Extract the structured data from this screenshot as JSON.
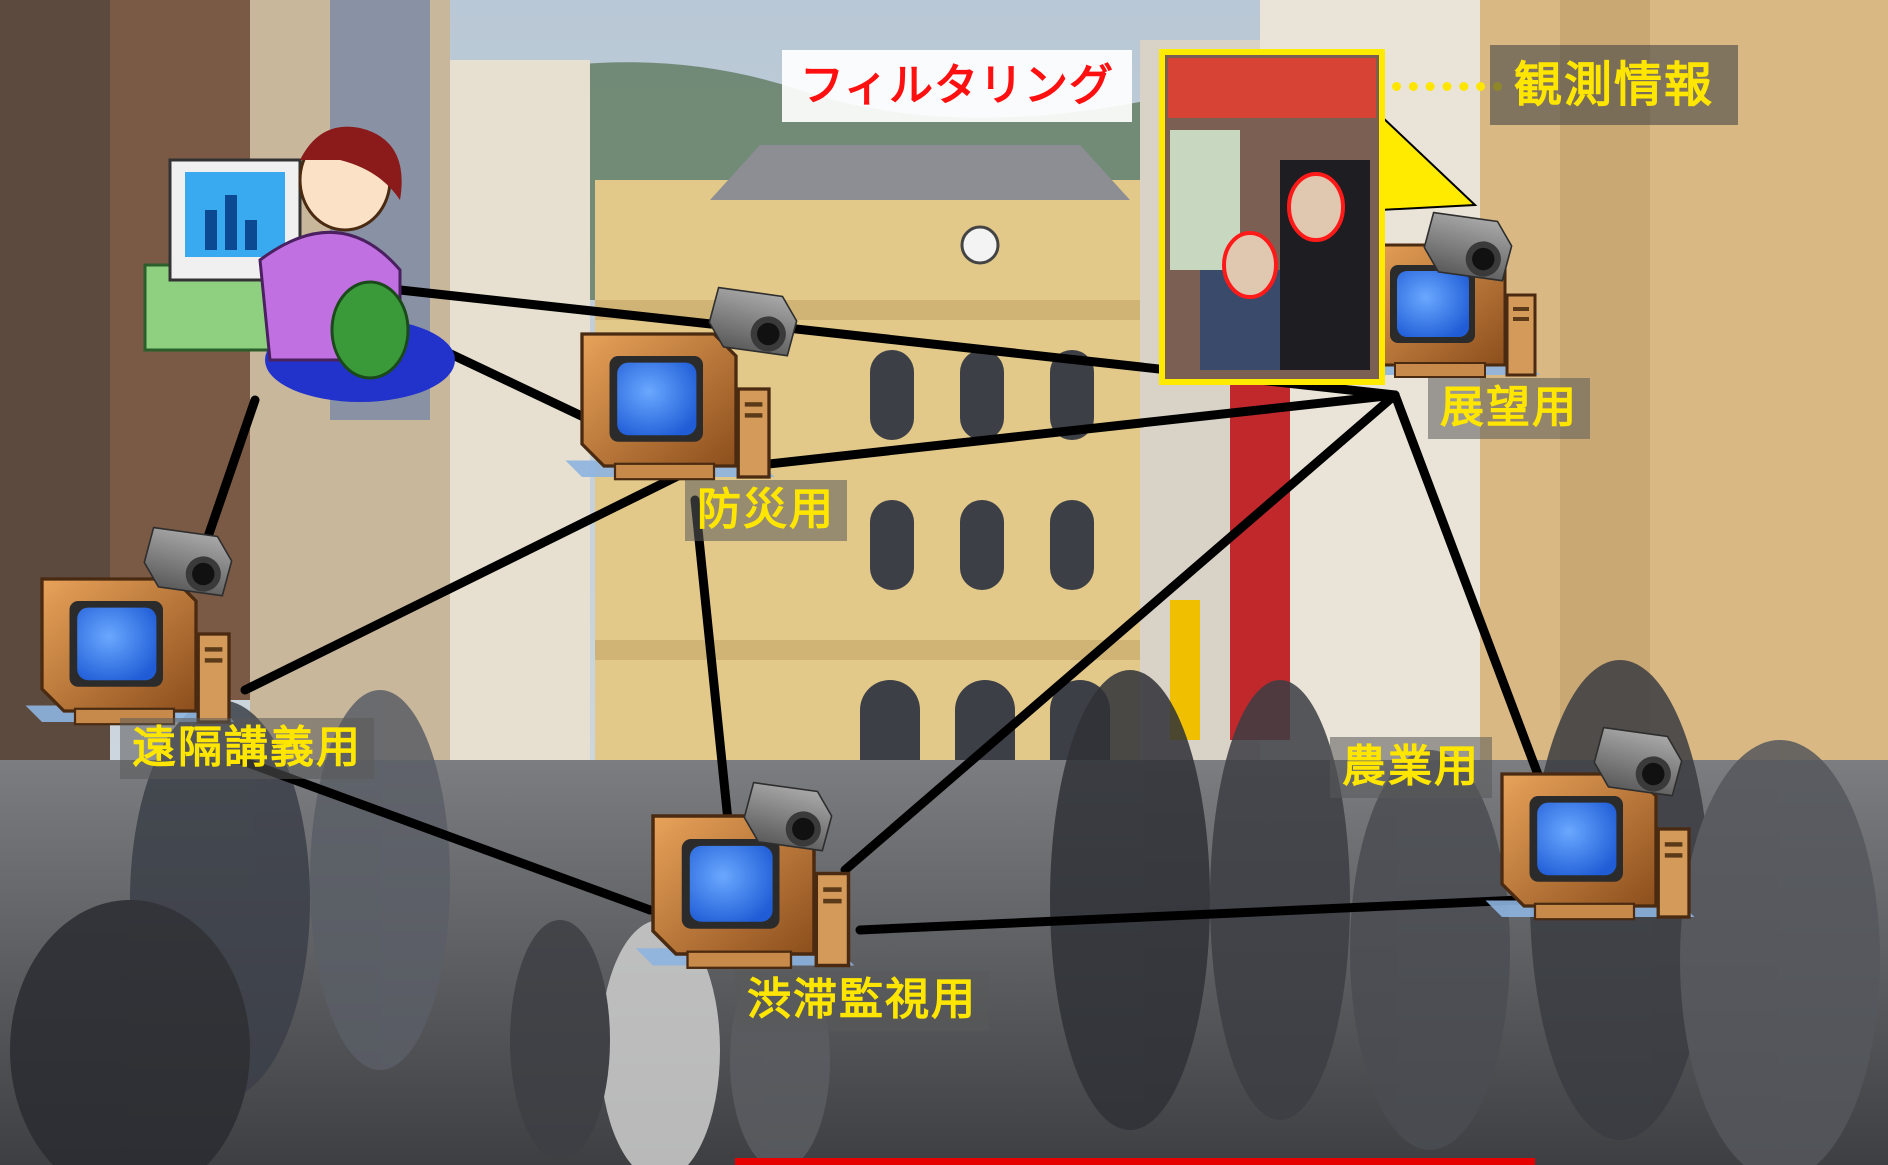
{
  "labels": {
    "filtering": "フィルタリング",
    "observation": "観測情報",
    "disaster": "防災用",
    "panorama": "展望用",
    "remote_lecture": "遠隔講義用",
    "agriculture": "農業用",
    "traffic": "渋滞監視用"
  },
  "colors": {
    "label_text": "#ffe600",
    "filter_text": "#ff1010",
    "network_line": "#000000",
    "highlight_frame": "#ffeb00"
  }
}
